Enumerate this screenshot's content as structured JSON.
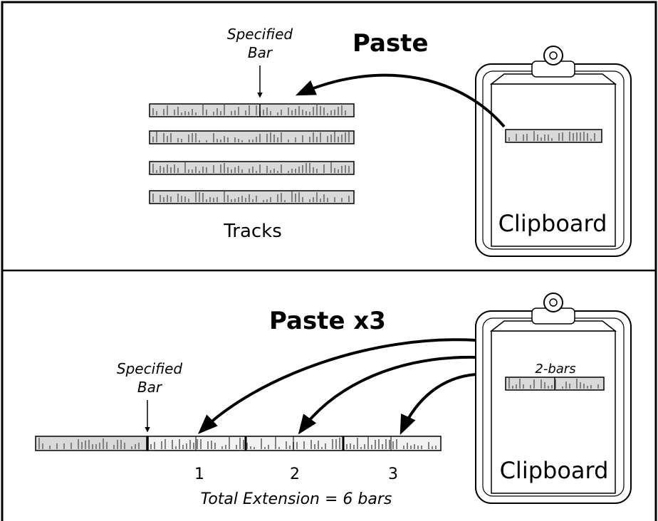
{
  "top": {
    "title": "Paste",
    "marker_line1": "Specified",
    "marker_line2": "Bar",
    "tracks_label": "Tracks",
    "clipboard_label": "Clipboard"
  },
  "bottom": {
    "title": "Paste x3",
    "marker_line1": "Specified",
    "marker_line2": "Bar",
    "clip_tag": "2-bars",
    "clipboard_label": "Clipboard",
    "paste_numbers": [
      "1",
      "2",
      "3"
    ],
    "total": "Total Extension = 6 bars"
  },
  "colors": {
    "track_fill": "#d9d9d9",
    "pasted_fill": "#f2f2f2",
    "tick": "#808080",
    "ink": "#000000"
  },
  "icons": [
    "clipboard-icon",
    "curved-arrow-icon",
    "down-arrow-icon"
  ]
}
